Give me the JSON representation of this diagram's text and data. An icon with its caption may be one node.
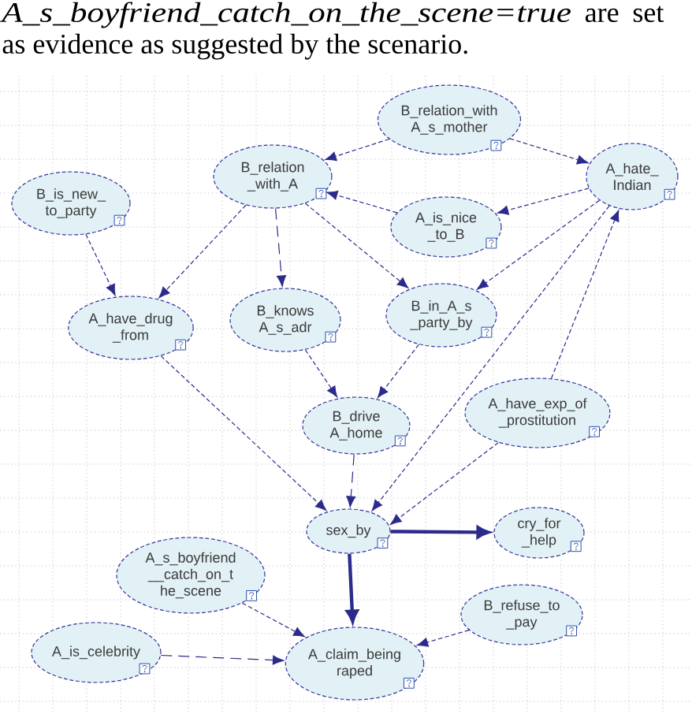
{
  "diagram": {
    "nodes": [
      {
        "text": [
          "B_relation_with A_s_mother"
        ]
      },
      {
        "text": [
          "B_relation _with_A"
        ]
      },
      {
        "text": [
          "A_hate_ Indian"
        ]
      },
      {
        "text": [
          "B_is_new_ to_party"
        ]
      },
      {
        "text": [
          "A_is_nice _to_B"
        ]
      },
      {
        "text": [
          "A_have_drug _from"
        ]
      },
      {
        "text": [
          "B_knows A_s_adr"
        ]
      },
      {
        "text": [
          "B_in_A_s _party_by"
        ]
      },
      {
        "text": [
          "B_drive A_home"
        ]
      },
      {
        "text": [
          "A_have_exp_of _prostitution"
        ]
      },
      {
        "text": [
          "sex_by"
        ]
      },
      {
        "text": [
          "cry_for _help"
        ]
      },
      {
        "text": [
          "A_s_boyfriend __catch_on_t he_scene"
        ]
      },
      {
        "text": [
          "B_refuse_to _pay"
        ]
      },
      {
        "text": [
          "A_is_celebrity"
        ]
      },
      {
        "text": [
          "A_claim_being raped"
        ]
      }
    ],
    "edges": [
      {
        "from": 0,
        "to": 1,
        "arrow": "to",
        "style": "dashed"
      },
      {
        "from": 0,
        "to": 2,
        "arrow": "to",
        "style": "dashed"
      },
      {
        "from": 4,
        "to": 1,
        "arrow": "to",
        "style": "dashed"
      },
      {
        "from": 2,
        "to": 4,
        "arrow": "to",
        "style": "dashed"
      },
      {
        "from": 3,
        "to": 5,
        "arrow": "to",
        "style": "dashed"
      },
      {
        "from": 1,
        "to": 5,
        "arrow": "to",
        "style": "dashed"
      },
      {
        "from": 1,
        "to": 6,
        "arrow": "to",
        "style": "dashed"
      },
      {
        "from": 1,
        "to": 7,
        "arrow": "to",
        "style": "dashed"
      },
      {
        "from": 2,
        "to": 7,
        "arrow": "to",
        "style": "dashed"
      },
      {
        "from": 9,
        "to": 2,
        "arrow": "to",
        "style": "dashed"
      },
      {
        "from": 2,
        "to": 10,
        "arrow": "to",
        "style": "dashed"
      },
      {
        "from": 6,
        "to": 8,
        "arrow": "to",
        "style": "dashed"
      },
      {
        "from": 7,
        "to": 8,
        "arrow": "to",
        "style": "dashed"
      },
      {
        "from": 5,
        "to": 10,
        "arrow": "to",
        "style": "dashed"
      },
      {
        "from": 8,
        "to": 10,
        "arrow": "to",
        "style": "dashed"
      },
      {
        "from": 9,
        "to": 10,
        "arrow": "to",
        "style": "dashed"
      },
      {
        "from": 10,
        "to": 11,
        "arrow": "to",
        "style": "thick"
      },
      {
        "from": 10,
        "to": 15,
        "arrow": "to",
        "style": "thick"
      },
      {
        "from": 12,
        "to": 15,
        "arrow": "to",
        "style": "dashed"
      },
      {
        "from": 13,
        "to": 15,
        "arrow": "to",
        "style": "dashed"
      },
      {
        "from": 14,
        "to": 15,
        "arrow": "to",
        "style": "dashed"
      }
    ],
    "labels": [
      "*A_s_boyfriend_catch_on_the_scene=true* are set as evidence as suggested by the scenario."
    ]
  }
}
